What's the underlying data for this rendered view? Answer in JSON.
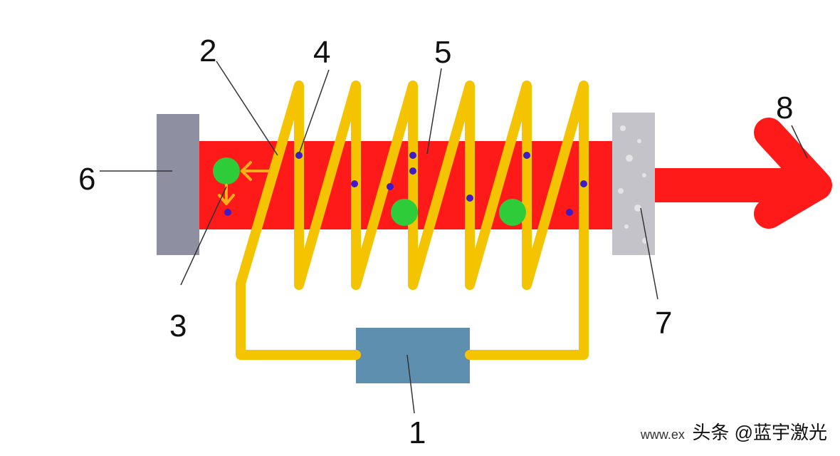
{
  "colors": {
    "laser_rod": "#ff1a1a",
    "coil": "#f5c400",
    "power_supply": "#5f8fae",
    "full_mirror": "#8f8fa2",
    "partial_mirror": "#c3c3c9",
    "excited_atom": "#2fcc3a",
    "photon": "#3f1bc8",
    "output_beam": "#ff1a1a"
  },
  "callouts": {
    "n1": "1",
    "n2": "2",
    "n3": "3",
    "n4": "4",
    "n5": "5",
    "n6": "6",
    "n7": "7",
    "n8": "8"
  },
  "watermark": {
    "url": "www.ex",
    "name": "头条 @蓝宇激光"
  }
}
